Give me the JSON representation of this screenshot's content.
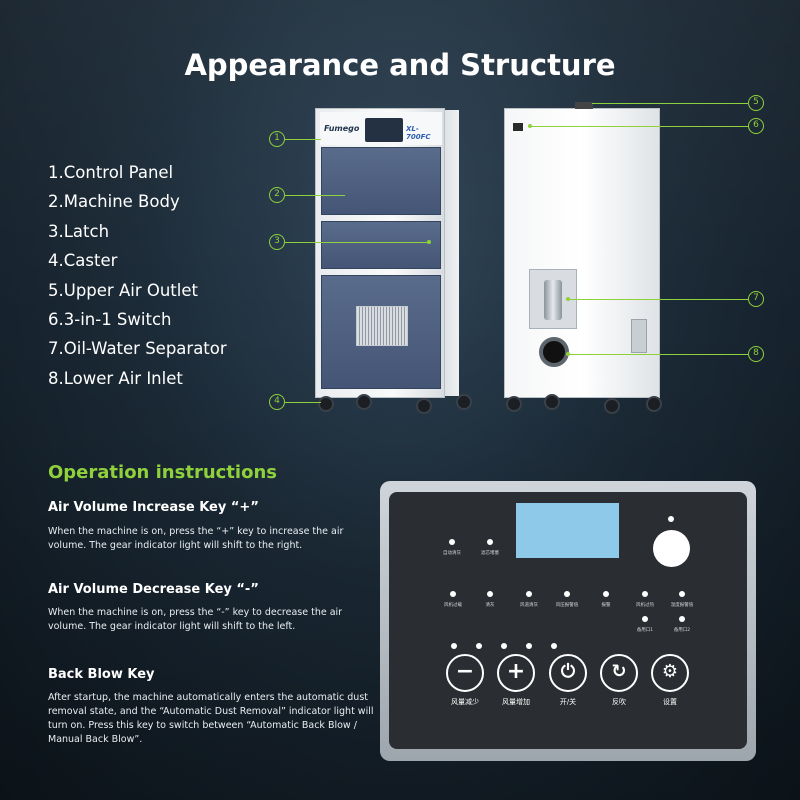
{
  "title": "Appearance and Structure",
  "parts": [
    "1.Control Panel",
    "2.Machine Body",
    "3.Latch",
    "4.Caster",
    "5.Upper Air Outlet",
    "6.3-in-1 Switch",
    "7.Oil-Water Separator",
    "8.Lower Air Inlet"
  ],
  "callouts": [
    "1",
    "2",
    "3",
    "4",
    "5",
    "6",
    "7",
    "8"
  ],
  "machine": {
    "logo": "Fumego",
    "model": "XL-700FC"
  },
  "operation": {
    "title": "Operation instructions",
    "keys": [
      {
        "heading": "Air Volume Increase Key “+”",
        "desc": "When the machine is on, press the “+” key to increase the air volume. The gear indicator light will shift to the right."
      },
      {
        "heading": "Air Volume Decrease Key “-”",
        "desc": "When the machine is on, press the “-” key to decrease the air volume. The gear indicator light will shift to the left."
      },
      {
        "heading": "Back Blow Key",
        "desc": "After startup, the machine automatically enters the automatic dust removal state, and the “Automatic Dust Removal” indicator light will turn on. Press this key to switch between “Automatic Back Blow / Manual Back Blow”."
      }
    ]
  },
  "panel": {
    "row1": [
      "自动清灰",
      "滤芯堵塞"
    ],
    "row2": [
      "风机过载",
      "清灰",
      "风道清灰",
      "风压报警值",
      "报警",
      "风机过热",
      "温度报警值"
    ],
    "row3": [
      "备用口1",
      "备用口2"
    ],
    "buttons": [
      {
        "symbol": "−",
        "label": "风量减少"
      },
      {
        "symbol": "+",
        "label": "风量增加"
      },
      {
        "symbol": "⏻",
        "label": "开/关"
      },
      {
        "symbol": "↻",
        "label": "反吹"
      },
      {
        "symbol": "⚙",
        "label": "设置"
      }
    ]
  }
}
